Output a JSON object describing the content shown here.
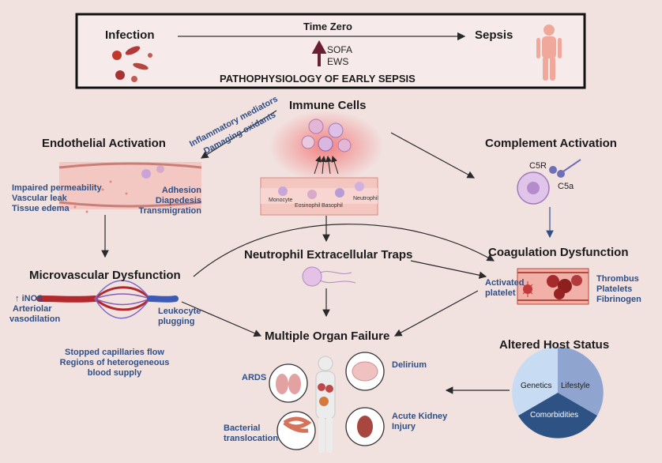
{
  "header": {
    "infection": "Infection",
    "time_zero": "Time Zero",
    "sepsis": "Sepsis",
    "sofa": "SOFA",
    "ews": "EWS",
    "title": "PATHOPHYSIOLOGY OF EARLY SEPSIS"
  },
  "immune": {
    "title": "Immune Cells",
    "mediators": "Inflammatory mediators",
    "oxidants": "Damaging oxidants",
    "cells": [
      "Monocyte",
      "Eosinophil",
      "Basophil",
      "Neutrophil"
    ]
  },
  "endothelial": {
    "title": "Endothelial Activation",
    "left": [
      "Impaired permeability",
      "Vascular leak",
      "Tissue edema"
    ],
    "right": [
      "Adhesion",
      "Diapedesis",
      "Transmigration"
    ]
  },
  "complement": {
    "title": "Complement Activation",
    "c5r": "C5R",
    "c5a": "C5a"
  },
  "net": {
    "title": "Neutrophil Extracellular Traps"
  },
  "coagulation": {
    "title": "Coagulation Dysfunction",
    "left": [
      "Activated",
      "platelet"
    ],
    "right": [
      "Thrombus",
      "Platelets",
      "Fibrinogen"
    ]
  },
  "microvascular": {
    "title": "Microvascular Dysfunction",
    "left": [
      "iNOS",
      "Arteriolar",
      "vasodilation"
    ],
    "right": [
      "Leukocyte",
      "plugging"
    ],
    "bottom": [
      "Stopped capillaries flow",
      "Regions of heterogeneous",
      "blood supply"
    ]
  },
  "mof": {
    "title": "Multiple Organ Failure",
    "ards": "ARDS",
    "delirium": "Delirium",
    "bacterial": [
      "Bacterial",
      "translocation"
    ],
    "kidney": [
      "Acute Kidney",
      "Injury"
    ]
  },
  "host": {
    "title": "Altered Host Status",
    "segments": [
      "Genetics",
      "Lifestyle",
      "Comorbidities"
    ]
  },
  "colors": {
    "background": "#f1e1df",
    "accent_blue": "#2f4f86",
    "arrow_dark": "#6a1f32",
    "vessel_red": "#c0392b",
    "vessel_blue": "#3b5bb5"
  }
}
